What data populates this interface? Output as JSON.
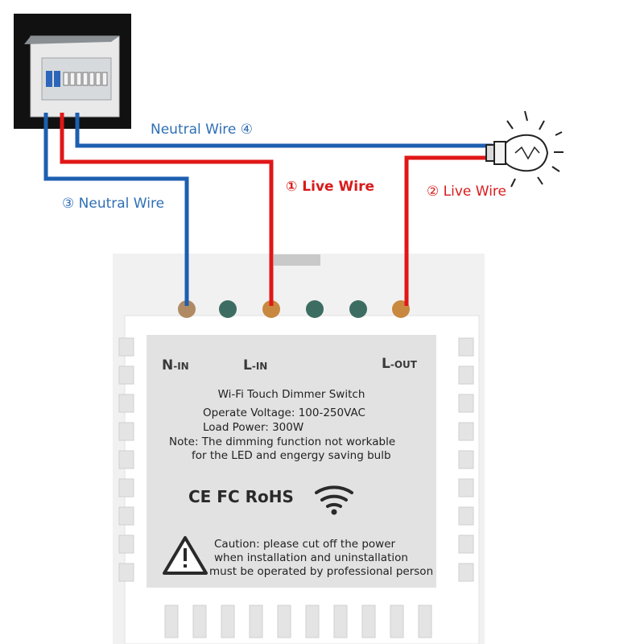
{
  "wires": {
    "neutral_top": "Neutral Wire ④",
    "live_in": "① Live Wire",
    "live_out": "② Live Wire",
    "neutral_left": "③ Neutral Wire"
  },
  "terminals": {
    "n_in_main": "N",
    "n_in_sub": "-IN",
    "l_in_main": "L",
    "l_in_sub": "-IN",
    "l_out_main": "L",
    "l_out_sub": "-OUT"
  },
  "label": {
    "title": "Wi-Fi Touch Dimmer Switch",
    "voltage": "Operate Voltage: 100-250VAC",
    "power": "Load Power: 300W",
    "note_line1": "Note: The dimming function not workable",
    "note_line2": "for the LED and engergy saving bulb",
    "cert_marks": "CE FC RoHS",
    "caution_line1": "Caution: please cut off the power",
    "caution_line2": "when installation and uninstallation",
    "caution_line3": "must be operated by professional person"
  },
  "colors": {
    "neutral": "#1d5fb0",
    "live": "#e01717",
    "neutral_text": "#2f6fb5",
    "live_text": "#d81b1b"
  },
  "icons": [
    "breaker-panel-icon",
    "light-bulb-icon",
    "wifi-icon",
    "warning-icon"
  ]
}
